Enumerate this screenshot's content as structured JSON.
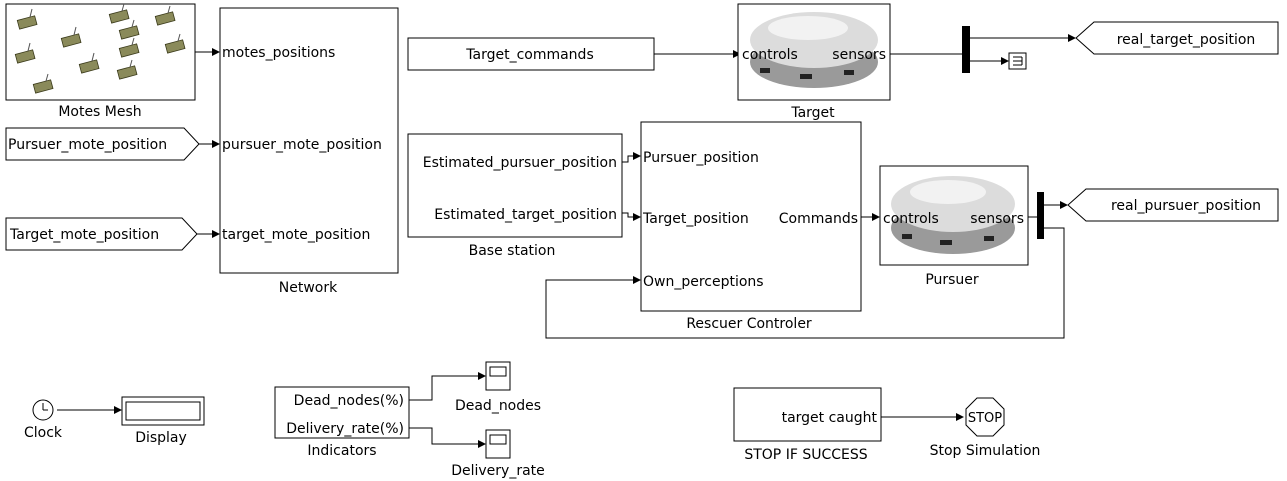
{
  "blocks": {
    "motes_mesh": {
      "label": "Motes Mesh"
    },
    "network": {
      "label": "Network",
      "inputs": [
        "motes_positions",
        "pursuer_mote_position",
        "target_mote_position"
      ]
    },
    "pursuer_mote_input": {
      "label": "Pursuer_mote_position"
    },
    "target_mote_input": {
      "label": "Target_mote_position"
    },
    "target_commands": {
      "label": "Target_commands"
    },
    "target": {
      "label": "Target",
      "port_in": "controls",
      "port_out": "sensors"
    },
    "real_target_output": {
      "label": "real_target_position"
    },
    "base_station": {
      "label": "Base station",
      "outputs": [
        "Estimated_pursuer_position",
        "Estimated_target_position"
      ]
    },
    "rescuer_controler": {
      "label": "Rescuer Controler",
      "inputs": [
        "Pursuer_position",
        "Target_position",
        "Own_perceptions"
      ],
      "output": "Commands"
    },
    "pursuer": {
      "label": "Pursuer",
      "port_in": "controls",
      "port_out": "sensors"
    },
    "real_pursuer_output": {
      "label": "real_pursuer_position"
    },
    "clock": {
      "label": "Clock"
    },
    "display": {
      "label": "Display"
    },
    "indicators": {
      "label": "Indicators",
      "outputs": [
        "Dead_nodes(%)",
        "Delivery_rate(%)"
      ]
    },
    "dead_nodes_scope": {
      "label": "Dead_nodes"
    },
    "delivery_rate_scope": {
      "label": "Delivery_rate"
    },
    "stop_if_success": {
      "label": "STOP IF SUCCESS",
      "port_out": "target caught"
    },
    "stop_simulation": {
      "label": "Stop Simulation",
      "sign": "STOP"
    }
  }
}
